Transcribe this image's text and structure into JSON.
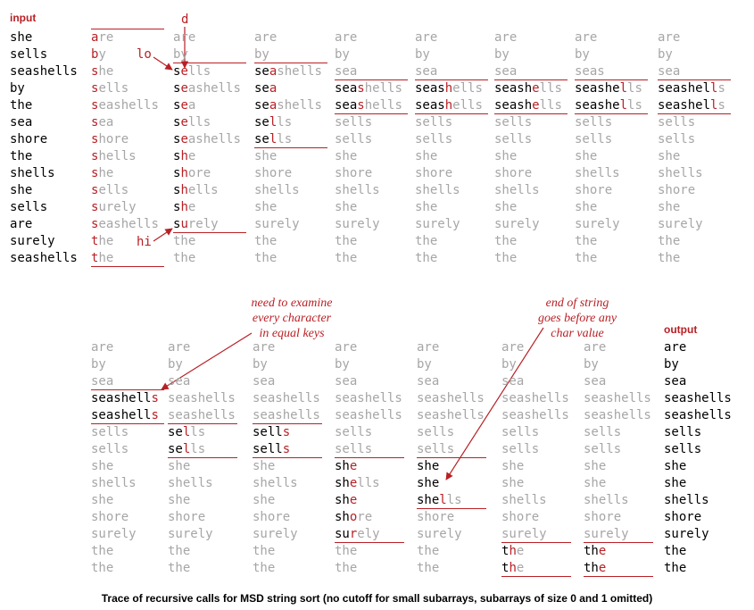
{
  "headers": {
    "input": "input",
    "output": "output"
  },
  "pointers": {
    "d": "d",
    "lo": "lo",
    "hi": "hi"
  },
  "notes": {
    "examine": [
      "need to examine",
      "every character",
      "in equal keys"
    ],
    "eos": [
      "end of string",
      "goes before any",
      "char value"
    ]
  },
  "caption": "Trace of recursive calls for MSD string sort (no cutoff for small subarrays, subarrays of size 0 and 1 omitted)",
  "input": [
    "she",
    "sells",
    "seashells",
    "by",
    "the",
    "sea",
    "shore",
    "the",
    "shells",
    "she",
    "sells",
    "are",
    "surely",
    "seashells"
  ],
  "output": [
    "are",
    "by",
    "sea",
    "seashells",
    "seashells",
    "sells",
    "sells",
    "she",
    "she",
    "shells",
    "shore",
    "surely",
    "the",
    "the"
  ],
  "colors": {
    "red": "#b82025",
    "gray": "#a6a6a6",
    "black": "#000000"
  },
  "top_columns": [
    [
      "are",
      "by",
      "she",
      "sells",
      "seashells",
      "sea",
      "shore",
      "shells",
      "she",
      "sells",
      "surely",
      "seashells",
      "the",
      "the"
    ],
    [
      "are",
      "by",
      "sells",
      "seashells",
      "sea",
      "sells",
      "seashells",
      "she",
      "shore",
      "shells",
      "she",
      "surely",
      "the",
      "the"
    ],
    [
      "are",
      "by",
      "seashells",
      "sea",
      "seashells",
      "sells",
      "sells",
      "she",
      "shore",
      "shells",
      "she",
      "surely",
      "the",
      "the"
    ],
    [
      "are",
      "by",
      "sea",
      "seashells",
      "seashells",
      "sells",
      "sells",
      "she",
      "shore",
      "shells",
      "she",
      "surely",
      "the",
      "the"
    ],
    [
      "are",
      "by",
      "sea",
      "seashells",
      "seashells",
      "sells",
      "sells",
      "she",
      "shore",
      "shells",
      "she",
      "surely",
      "the",
      "the"
    ],
    [
      "are",
      "by",
      "sea",
      "seashells",
      "seashells",
      "sells",
      "sells",
      "she",
      "shore",
      "shells",
      "she",
      "surely",
      "the",
      "the"
    ],
    [
      "are",
      "by",
      "seas",
      "seashells",
      "seashells",
      "sells",
      "sells",
      "she",
      "shells",
      "shore",
      "she",
      "surely",
      "the",
      "the"
    ],
    [
      "are",
      "by",
      "sea",
      "seashells",
      "seashells",
      "sells",
      "sells",
      "she",
      "shells",
      "shore",
      "she",
      "surely",
      "the",
      "the"
    ]
  ],
  "bottom_columns": [
    [
      "are",
      "by",
      "sea",
      "seashells",
      "seashells",
      "sells",
      "sells",
      "she",
      "shells",
      "she",
      "shore",
      "surely",
      "the",
      "the"
    ],
    [
      "are",
      "by",
      "sea",
      "seashells",
      "seashells",
      "sells",
      "sells",
      "she",
      "shells",
      "she",
      "shore",
      "surely",
      "the",
      "the"
    ],
    [
      "are",
      "by",
      "sea",
      "seashells",
      "seashells",
      "sells",
      "sells",
      "she",
      "shells",
      "she",
      "shore",
      "surely",
      "the",
      "the"
    ],
    [
      "are",
      "by",
      "sea",
      "seashells",
      "seashells",
      "sells",
      "sells",
      "she",
      "shells",
      "she",
      "shore",
      "surely",
      "the",
      "the"
    ],
    [
      "are",
      "by",
      "sea",
      "seashells",
      "seashells",
      "sells",
      "sells",
      "she",
      "she",
      "shells",
      "shore",
      "surely",
      "the",
      "the"
    ],
    [
      "are",
      "by",
      "sea",
      "seashells",
      "seashells",
      "sells",
      "sells",
      "she",
      "she",
      "shells",
      "shore",
      "surely",
      "the",
      "the"
    ],
    [
      "are",
      "by",
      "sea",
      "seashells",
      "seashells",
      "sells",
      "sells",
      "she",
      "she",
      "shells",
      "shore",
      "surely",
      "the",
      "the"
    ]
  ]
}
